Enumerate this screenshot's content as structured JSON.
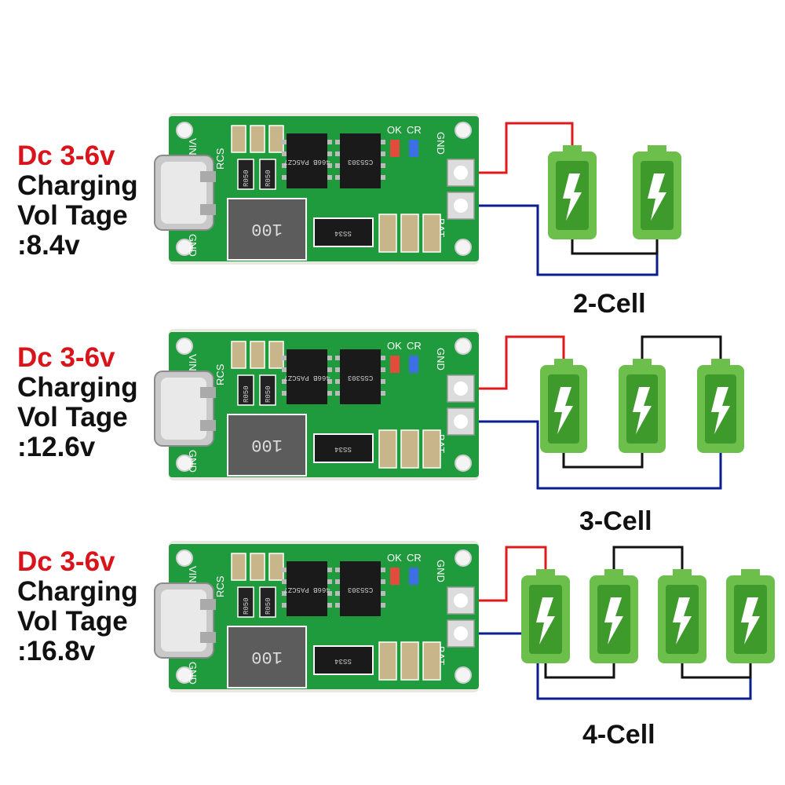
{
  "modules": [
    {
      "input_label": "Dc 3-6v",
      "line1": "Charging",
      "line2": "Vol Tage",
      "voltage": ":8.4v",
      "cells": 2,
      "cell_caption": "2-Cell"
    },
    {
      "input_label": "Dc 3-6v",
      "line1": "Charging",
      "line2": "Vol Tage",
      "voltage": ":12.6v",
      "cells": 3,
      "cell_caption": "3-Cell"
    },
    {
      "input_label": "Dc 3-6v",
      "line1": "Charging",
      "line2": "Vol Tage",
      "voltage": ":16.8v",
      "cells": 4,
      "cell_caption": "4-Cell"
    }
  ],
  "board_silkscreen": {
    "vin": "VIN",
    "gnd_top": "GND",
    "gnd_bottom": "GND",
    "bat": "BAT",
    "rcs": "RCS",
    "ok": "OK",
    "cr": "CR",
    "inductor": "100",
    "diode": "SS34",
    "resistor": "R050",
    "chip1": "466B PA5CZ7",
    "chip2": "CS5303"
  },
  "colors": {
    "pcb": "#1f9a3c",
    "battery_fill": "#6cbf4a",
    "positive_wire": "#e01a1a",
    "negative_wire": "#0a1f8f",
    "series_wire": "#111111"
  },
  "icons": {
    "battery": "battery-charging-icon",
    "connector": "usb-c-connector"
  }
}
